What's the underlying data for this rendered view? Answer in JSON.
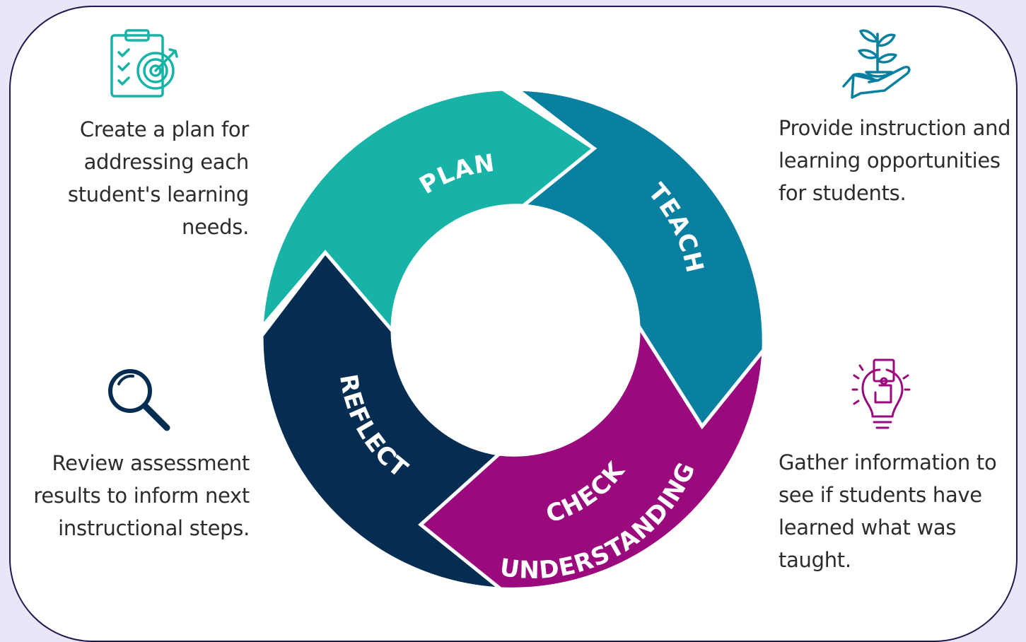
{
  "stages": [
    {
      "id": "plan",
      "label": "PLAN",
      "color": "#16b3a6",
      "description": "Create a plan for addressing each student's learning needs.",
      "icon": "clipboard-target-icon"
    },
    {
      "id": "teach",
      "label": "TEACH",
      "color": "#0a80a1",
      "description": "Provide instruction and learning opportunities for students.",
      "icon": "hand-plant-icon"
    },
    {
      "id": "check",
      "label_line1": "CHECK",
      "label_line2": "UNDERSTANDING",
      "color": "#9a0a7c",
      "description": "Gather information to see if students have learned what was taught.",
      "icon": "lightbulb-puzzle-icon"
    },
    {
      "id": "reflect",
      "label": "REFLECT",
      "color": "#052d52",
      "description": "Review assessment results to inform next instructional steps.",
      "icon": "magnifier-icon"
    }
  ],
  "colors": {
    "background": "#e9e6f8",
    "border": "#1d1a4f",
    "text": "#2c2c2c"
  }
}
